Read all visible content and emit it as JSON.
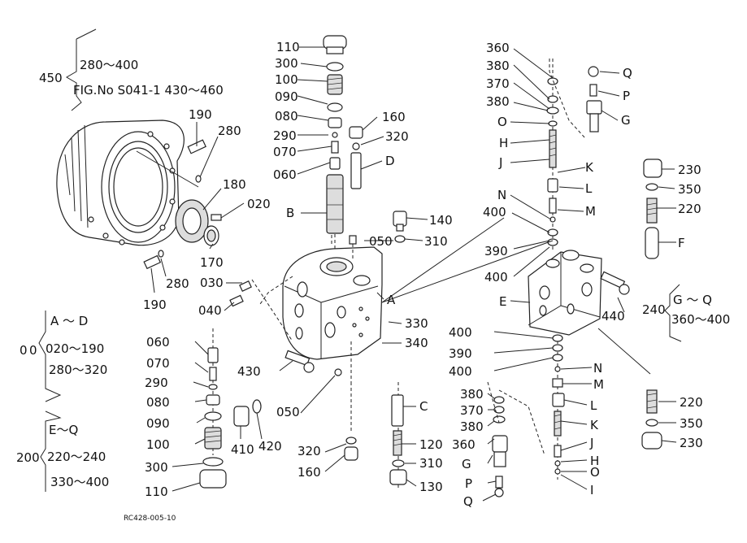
{
  "group_notes": {
    "g450": {
      "number": "450",
      "line1": "280～400",
      "line2": "FIG.No  S041-1  430～460"
    },
    "g0": {
      "number": "0",
      "line1": "A ～ D",
      "line2": "020～190",
      "line3": "280～320"
    },
    "g200": {
      "number": "200",
      "line1": "E～Q",
      "line2": "220～240",
      "line3": "330～400"
    },
    "g240": {
      "number": "240",
      "line1": "G ～ Q",
      "line2": "360～400"
    }
  },
  "callouts": {
    "c110a": "110",
    "c300a": "300",
    "c100a": "100",
    "c090a": "090",
    "c080a": "080",
    "c160a": "160",
    "c320a": "320",
    "c290a": "290",
    "c070a": "070",
    "cDa": "D",
    "c060a": "060",
    "cB": "B",
    "c140": "140",
    "c050a": "050",
    "c310a": "310",
    "c190a": "190",
    "c280a": "280",
    "c180": "180",
    "c020": "020",
    "c170": "170",
    "c280b": "280",
    "c190b": "190",
    "c030": "030",
    "c040": "040",
    "cA": "A",
    "c330": "330",
    "c340": "340",
    "c060b": "060",
    "c070b": "070",
    "c290b": "290",
    "c080b": "080",
    "c090b": "090",
    "c100b": "100",
    "c300b": "300",
    "c110b": "110",
    "c430": "430",
    "c050b": "050",
    "c410": "410",
    "c420": "420",
    "cC": "C",
    "c120": "120",
    "c310b": "310",
    "c130": "130",
    "c320b": "320",
    "c160b": "160",
    "c360a": "360",
    "c380a": "380",
    "c370a": "370",
    "c380b": "380",
    "cOa": "O",
    "cHa": "H",
    "cJa": "J",
    "cQa": "Q",
    "cPa": "P",
    "cGa": "G",
    "cKa": "K",
    "cLa": "L",
    "cN1": "N",
    "c400a": "400",
    "cMa": "M",
    "c390a": "390",
    "c400b": "400",
    "cE": "E",
    "c440": "440",
    "c230a": "230",
    "c350a": "350",
    "c220a": "220",
    "cF": "F",
    "c400c": "400",
    "c390b": "390",
    "c400d": "400",
    "cN2": "N",
    "cMb": "M",
    "cLb": "L",
    "cKb": "K",
    "cJb": "J",
    "cHb": "H",
    "cOb": "O",
    "cIb": "I",
    "c380c": "380",
    "c370b": "370",
    "c380d": "380",
    "c360b": "360",
    "cGb": "G",
    "cPb": "P",
    "cQb": "Q",
    "c220b": "220",
    "c350b": "350",
    "c230b": "230"
  },
  "drawing_code": "RC428-005-10",
  "icons": [
    "motor-housing",
    "valve-block",
    "spool",
    "plug",
    "o-ring",
    "spring",
    "bolt",
    "fitting"
  ]
}
